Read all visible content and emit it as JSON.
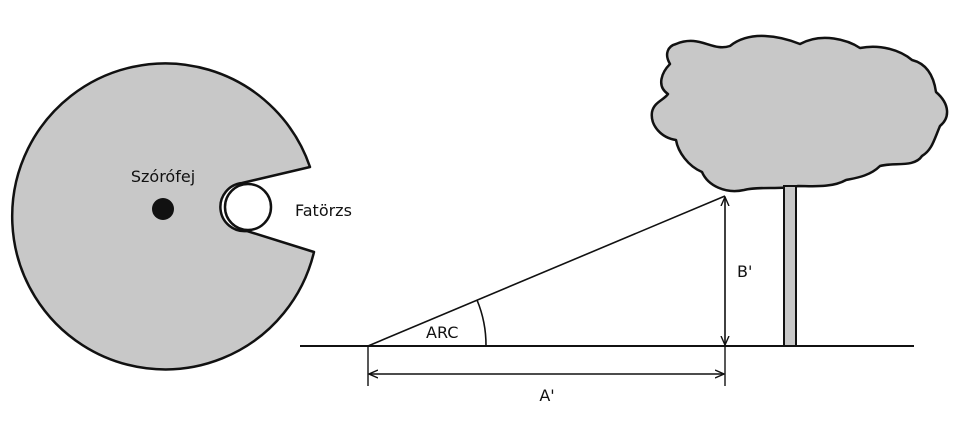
{
  "colors": {
    "ink": "#111111",
    "fill_gray": "#c8c8c8",
    "background": "#ffffff"
  },
  "labels": {
    "sprinkler_head": "Szórófej",
    "tree_trunk": "Fatörzs",
    "angle": "ARC",
    "horizontal_distance": "A'",
    "vertical_height": "B'"
  }
}
